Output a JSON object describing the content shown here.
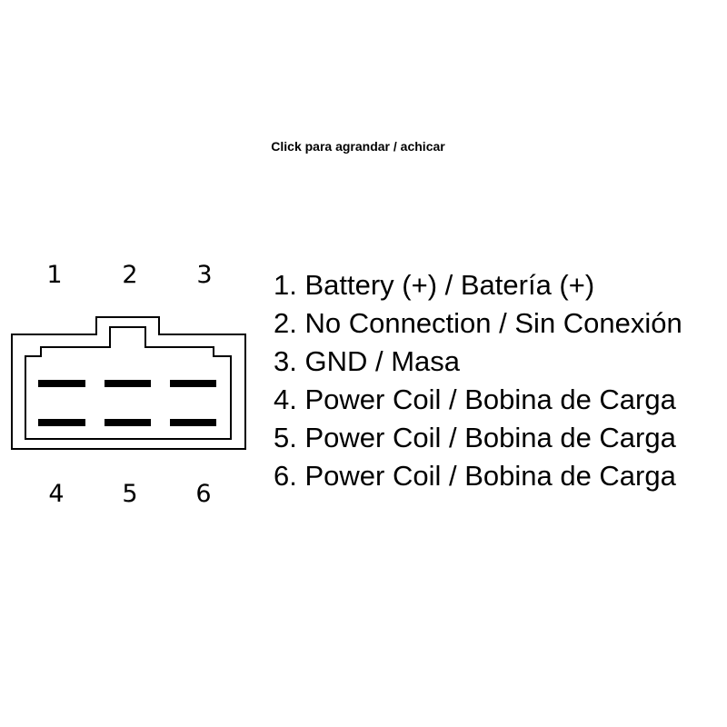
{
  "header": {
    "zoom_text": "Click para agrandar / achicar"
  },
  "connector": {
    "top_pins": [
      "1",
      "2",
      "3"
    ],
    "bottom_pins": [
      "4",
      "5",
      "6"
    ]
  },
  "legend": {
    "items": [
      "1. Battery (+) / Batería (+)",
      "2. No Connection / Sin Conexión",
      "3. GND / Masa",
      "4. Power Coil / Bobina de Carga",
      "5. Power Coil / Bobina de Carga",
      "6. Power Coil / Bobina de Carga"
    ]
  },
  "colors": {
    "line": "#000000",
    "background": "#ffffff"
  }
}
